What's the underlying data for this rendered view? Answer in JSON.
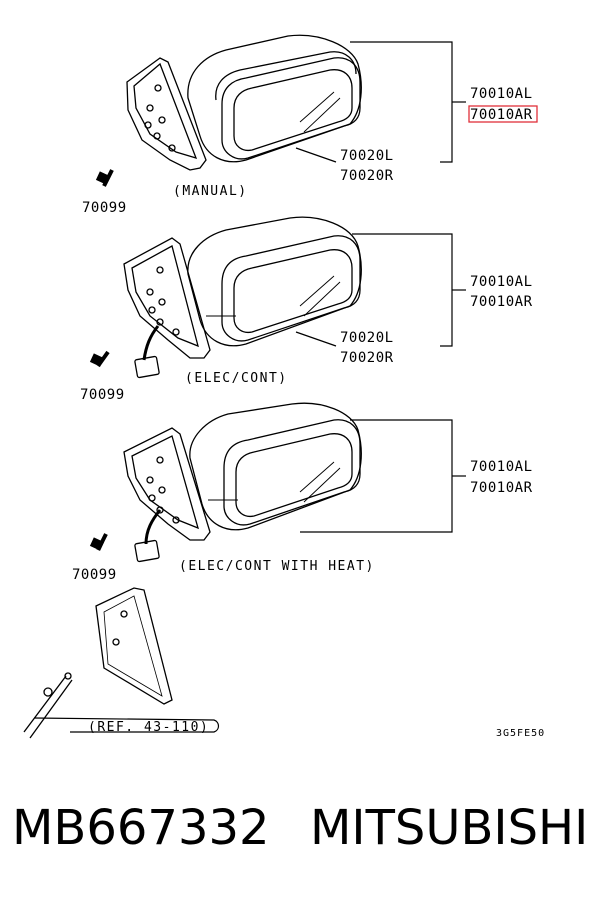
{
  "assemblies": [
    {
      "caption": "(MANUAL)",
      "bolt_part": "70099",
      "mirror_parts": [
        "70010AL",
        "70010AR"
      ],
      "glass_parts": [
        "70020L",
        "70020R"
      ],
      "highlighted_part": "70010AR"
    },
    {
      "caption": "(ELEC/CONT)",
      "bolt_part": "70099",
      "mirror_parts": [
        "70010AL",
        "70010AR"
      ],
      "glass_parts": [
        "70020L",
        "70020R"
      ]
    },
    {
      "caption": "(ELEC/CONT WITH HEAT)",
      "bolt_part": "70099",
      "mirror_parts": [
        "70010AL",
        "70010AR"
      ]
    }
  ],
  "reference": "(REF. 43-110)",
  "drawing_code": "3G5FE50",
  "footer": {
    "part_number": "MB667332",
    "brand": "MITSUBISHI"
  },
  "colors": {
    "line": "#000000",
    "highlight_box": "#e0303a"
  }
}
